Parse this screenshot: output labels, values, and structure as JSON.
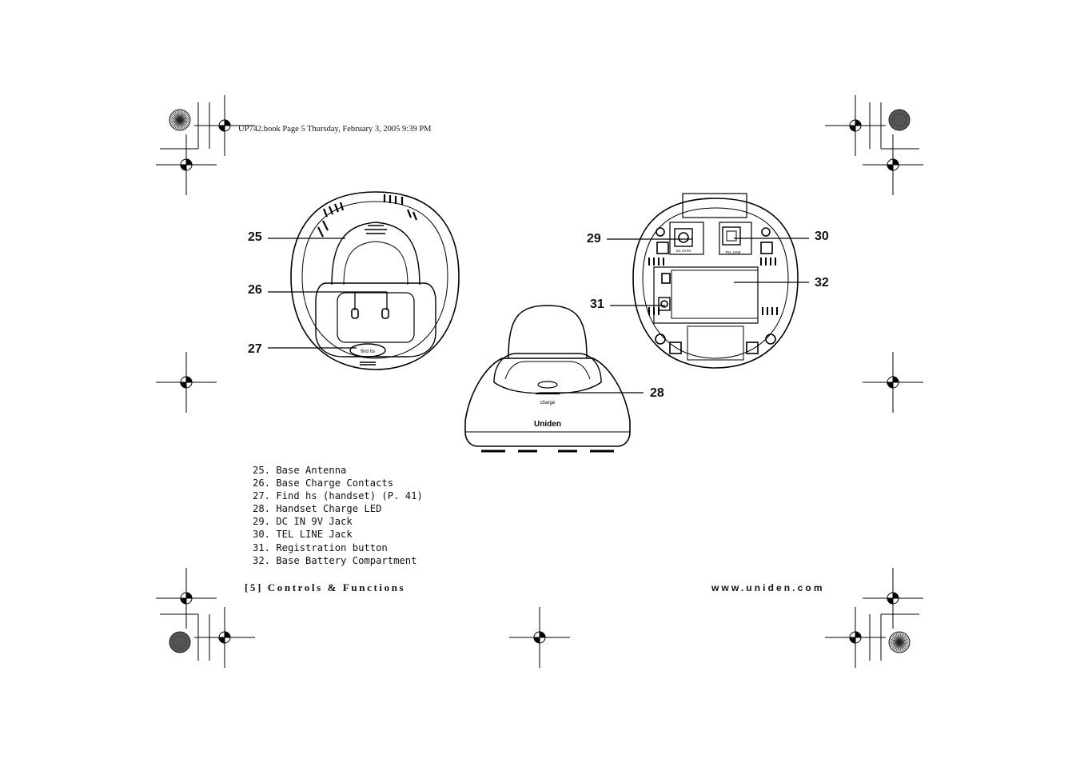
{
  "header": {
    "book_info": "UP742.book  Page 5  Thursday, February 3, 2005  9:39 PM"
  },
  "callouts": [
    "25",
    "26",
    "27",
    "28",
    "29",
    "30",
    "31",
    "32"
  ],
  "device_labels": {
    "find_button": "find hs",
    "charge_led": "charge",
    "brand": "Uniden",
    "tel_line": "TEL LINE",
    "dc_in": "DC IN 9V"
  },
  "legend": [
    "25. Base Antenna",
    "26. Base Charge Contacts",
    "27. Find hs (handset) (P. 41)",
    "28. Handset Charge LED",
    "29. DC IN 9V Jack",
    "30. TEL LINE Jack",
    "31. Registration button",
    "32. Base Battery Compartment"
  ],
  "footer": {
    "section": "[5] Controls & Functions",
    "website": "www.uniden.com"
  }
}
